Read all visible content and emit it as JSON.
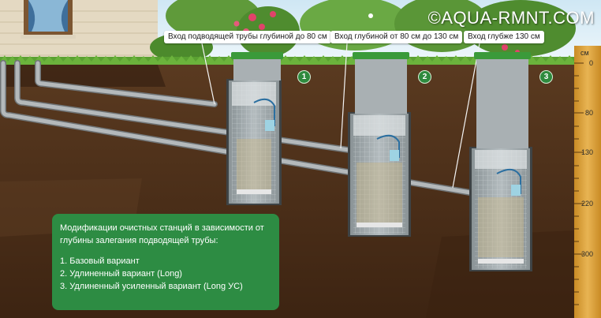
{
  "watermark": "©AQUA-RMNT.COM",
  "callouts": [
    {
      "text": "Вход подводящей трубы глубиной до 80 см"
    },
    {
      "text": "Вход глубиной от 80 см до 130 см"
    },
    {
      "text": "Вход глубже 130 см"
    }
  ],
  "stations": [
    {
      "number": "1"
    },
    {
      "number": "2"
    },
    {
      "number": "3"
    }
  ],
  "ruler": {
    "unit": "см",
    "ticks": [
      "0",
      "80",
      "130",
      "220",
      "300"
    ]
  },
  "info_box": {
    "title": "Модификации очистных станций в зависимости от глубины залегания подводящей трубы:",
    "items": [
      "1. Базовый вариант",
      "2. Удлиненный вариант (Long)",
      "3. Удлиненный усиленный вариант (Long УС)"
    ]
  },
  "colors": {
    "soil": "#4a2c17",
    "grass": "#5aa132",
    "pipe": "#9ea3a5",
    "station_lid": "#3a9a3a",
    "info_box": "#2d8c43",
    "ruler": "#e0a83a"
  }
}
